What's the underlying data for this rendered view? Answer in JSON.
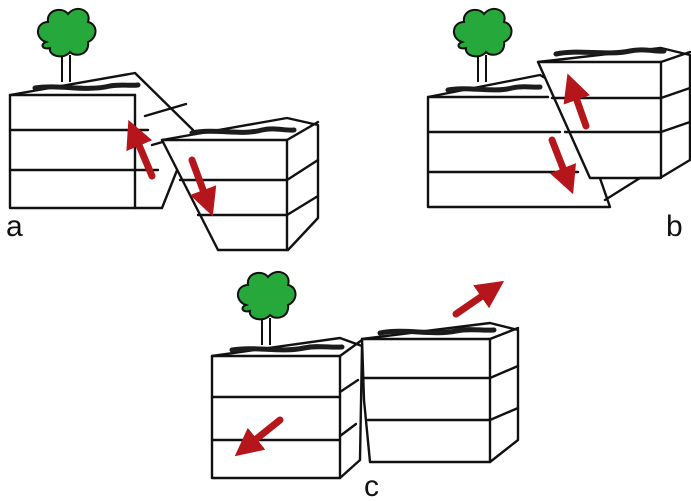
{
  "panels": [
    {
      "id": "a",
      "label": "a"
    },
    {
      "id": "b",
      "label": "b"
    },
    {
      "id": "c",
      "label": "c"
    }
  ],
  "colors": {
    "arrow": "#b5161c",
    "tree": "#27a83b",
    "outline": "#111111"
  },
  "icons": [
    "tree-icon",
    "arrow-up-icon",
    "arrow-down-icon"
  ]
}
